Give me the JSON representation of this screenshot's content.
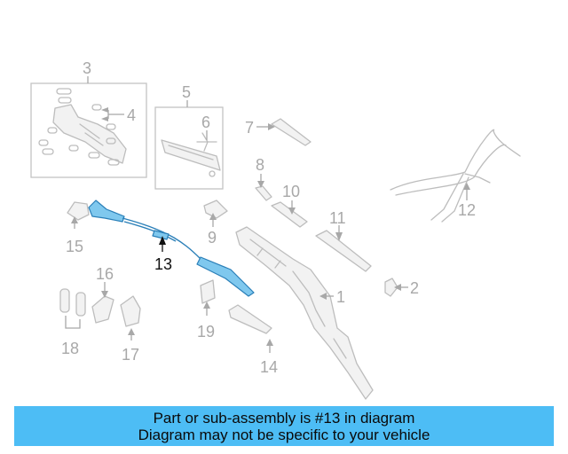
{
  "callouts": {
    "c1": "1",
    "c2": "2",
    "c3": "3",
    "c4": "4",
    "c5": "5",
    "c6": "6",
    "c7": "7",
    "c8": "8",
    "c9": "9",
    "c10": "10",
    "c11": "11",
    "c12": "12",
    "c13": "13",
    "c14": "14",
    "c15": "15",
    "c16": "16",
    "c17": "17",
    "c18": "18",
    "c19": "19"
  },
  "highlighted_part": "13",
  "colors": {
    "banner": "#4dbdf5",
    "highlight_fill": "#7fc8ee",
    "highlight_stroke": "#2a7fb8",
    "parts": "#bdbdbd"
  },
  "banner": {
    "line1": "Part or sub-assembly is #13 in diagram",
    "line2": "Diagram may not be specific to your vehicle"
  }
}
